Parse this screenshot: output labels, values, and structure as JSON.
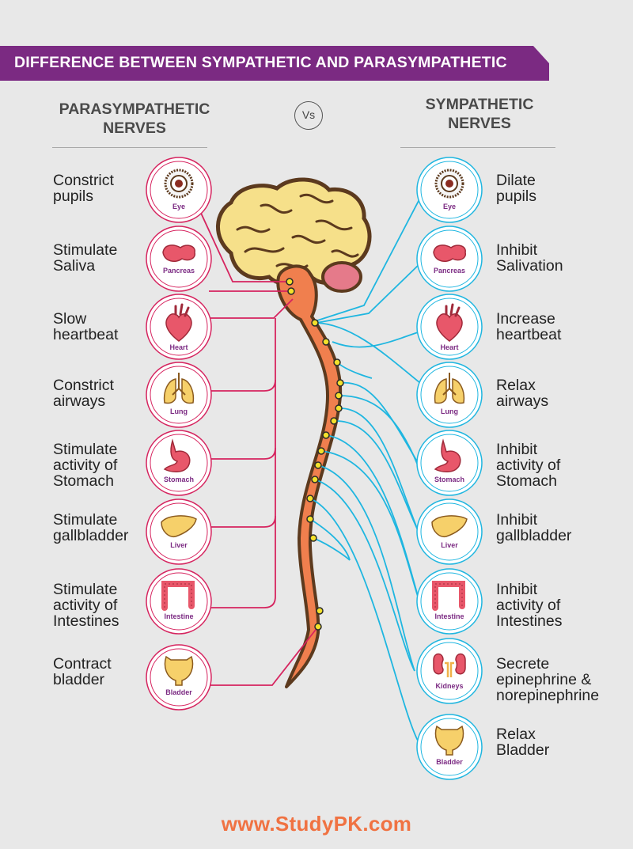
{
  "title": "DIFFERENCE BETWEEN SYMPATHETIC AND PARASYMPATHETIC",
  "vs_label": "Vs",
  "parasympathetic": {
    "heading": "PARASYMPATHETIC\nNERVES",
    "items": [
      {
        "organ": "Eye",
        "effect": "Constrict\npupils"
      },
      {
        "organ": "Pancreas",
        "effect": "Stimulate\nSaliva"
      },
      {
        "organ": "Heart",
        "effect": "Slow\nheartbeat"
      },
      {
        "organ": "Lung",
        "effect": "Constrict\nairways"
      },
      {
        "organ": "Stomach",
        "effect": "Stimulate\nactivity of\nStomach"
      },
      {
        "organ": "Liver",
        "effect": "Stimulate\ngallbladder"
      },
      {
        "organ": "Intestine",
        "effect": "Stimulate\nactivity of\nIntestines"
      },
      {
        "organ": "Bladder",
        "effect": "Contract\nbladder"
      }
    ]
  },
  "sympathetic": {
    "heading": "SYMPATHETIC\nNERVES",
    "items": [
      {
        "organ": "Eye",
        "effect": "Dilate\npupils"
      },
      {
        "organ": "Pancreas",
        "effect": "Inhibit\nSalivation"
      },
      {
        "organ": "Heart",
        "effect": "Increase\nheartbeat"
      },
      {
        "organ": "Lung",
        "effect": "Relax\nairways"
      },
      {
        "organ": "Stomach",
        "effect": "Inhibit\nactivity of\nStomach"
      },
      {
        "organ": "Liver",
        "effect": "Inhibit\ngallbladder"
      },
      {
        "organ": "Intestine",
        "effect": "Inhibit\nactivity of\nIntestines"
      },
      {
        "organ": "Kidneys",
        "effect": "Secrete\nepinephrine &\nnorepinephrine"
      },
      {
        "organ": "Bladder",
        "effect": "Relax\nBladder"
      }
    ]
  },
  "footer": "www.StudyPK.com",
  "colors": {
    "banner": "#7b2a82",
    "parasympathetic_line": "#d6245f",
    "sympathetic_line": "#1fb6e0",
    "spine": "#f07f4e",
    "brain": "#f6e08a",
    "footer": "#f07242"
  }
}
